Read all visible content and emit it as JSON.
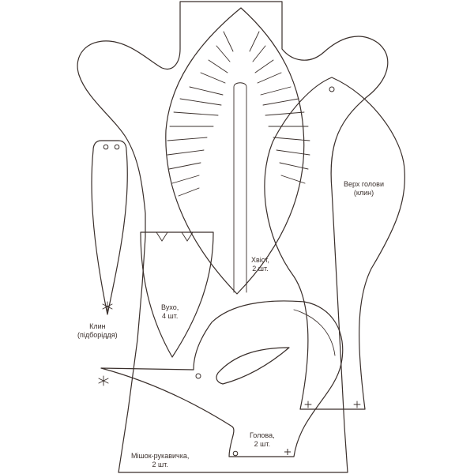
{
  "labels": {
    "tail": {
      "name": "Хвіст,",
      "count": "2 шт."
    },
    "head_top": {
      "name": "Верх голови",
      "count": "(клин)"
    },
    "chin_gusset": {
      "name": "Клин",
      "count": "(підборіддя)"
    },
    "ear": {
      "name": "Вухо,",
      "count": "4 шт."
    },
    "head": {
      "name": "Голова,",
      "count": "2 шт."
    },
    "mitten_bag": {
      "name": "Мішок-рукавичка,",
      "count": "2 шт."
    }
  },
  "colors": {
    "line": "#3a2f2b",
    "background": "#ffffff"
  }
}
